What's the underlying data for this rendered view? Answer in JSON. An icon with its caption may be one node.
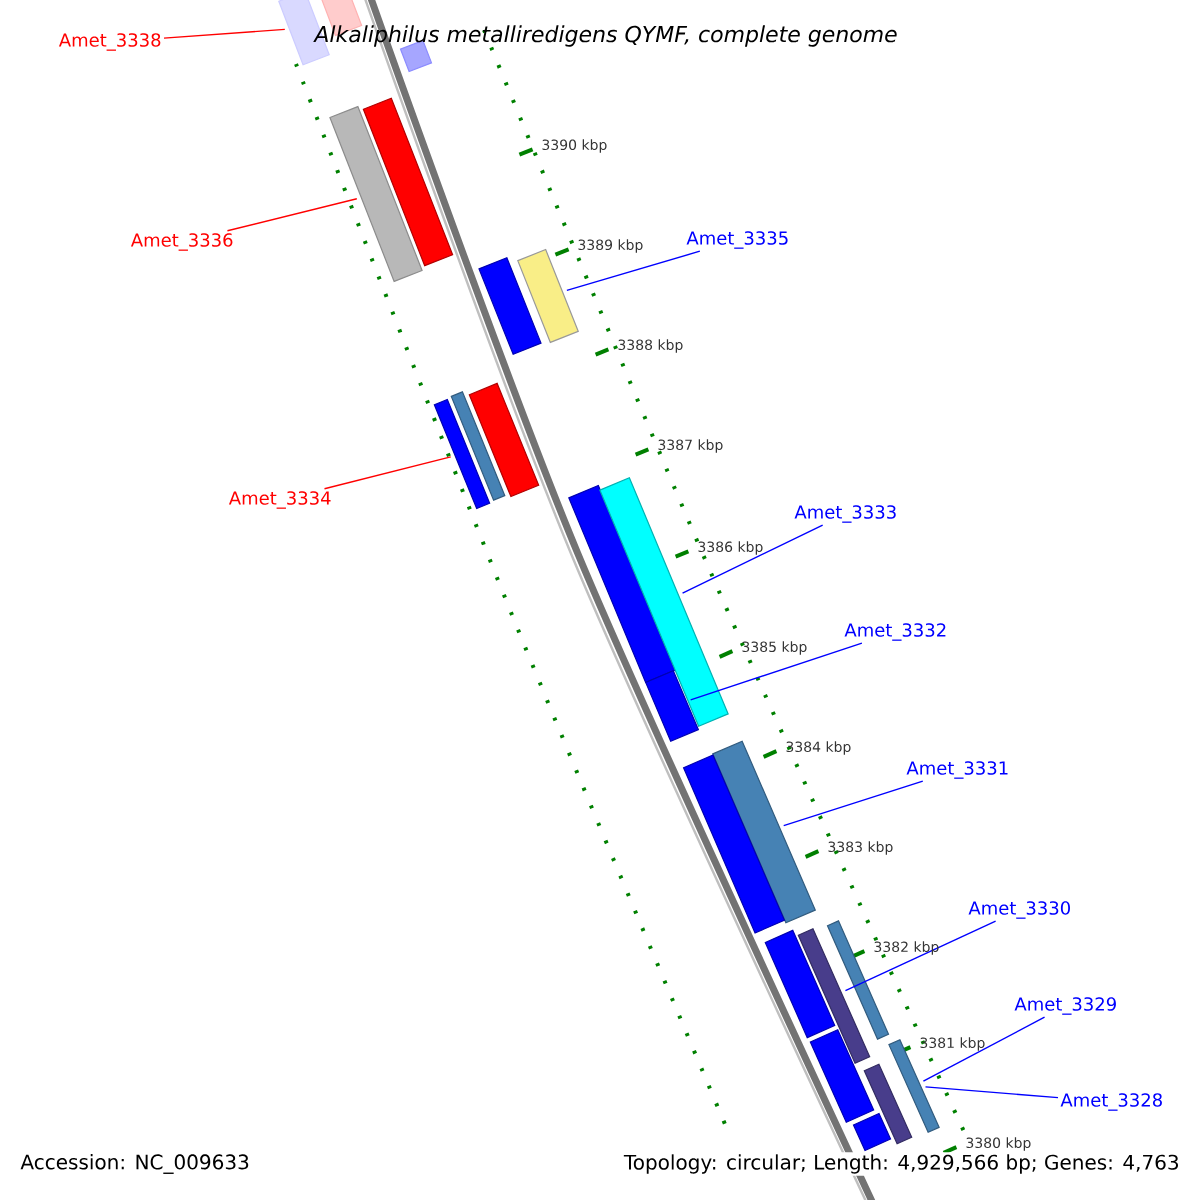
{
  "diagram": {
    "title": "Alkaliphilus metalliredigens QYMF, complete genome",
    "nodes": [
      {
        "text": [
          "Amet_3338"
        ]
      },
      {
        "text": [
          "Amet_3336"
        ]
      },
      {
        "text": [
          "Amet_3335"
        ]
      },
      {
        "text": [
          "Amet_3334"
        ]
      },
      {
        "text": [
          "Amet_3333"
        ]
      },
      {
        "text": [
          "Amet_3332"
        ]
      },
      {
        "text": [
          "Amet_3331"
        ]
      },
      {
        "text": [
          "Amet_3330"
        ]
      },
      {
        "text": [
          "Amet_3329"
        ]
      },
      {
        "text": [
          "Amet_3328"
        ]
      },
      {
        "text": [],
        "shape": "bar"
      },
      {
        "text": [],
        "shape": "bar"
      },
      {
        "text": [],
        "shape": "bar"
      },
      {
        "text": [],
        "shape": "bar"
      },
      {
        "text": [],
        "shape": "bar"
      },
      {
        "text": [],
        "shape": "bar"
      },
      {
        "text": [],
        "shape": "bar"
      },
      {
        "text": [],
        "shape": "bar"
      },
      {
        "text": [],
        "shape": "bar"
      },
      {
        "text": [],
        "shape": "bar"
      },
      {
        "text": [],
        "shape": "bar"
      },
      {
        "text": [],
        "shape": "bar"
      },
      {
        "text": [],
        "shape": "bar"
      },
      {
        "text": [],
        "shape": "bar"
      },
      {
        "text": [],
        "shape": "bar"
      },
      {
        "text": [],
        "shape": "bar"
      },
      {
        "text": [],
        "shape": "bar"
      },
      {
        "text": [],
        "shape": "bar"
      },
      {
        "text": [],
        "shape": "bar"
      },
      {
        "text": [],
        "shape": "bar"
      },
      {
        "text": [],
        "shape": "bar"
      },
      {
        "text": [],
        "shape": "bar"
      }
    ],
    "edges": [
      {
        "from": 0,
        "to": 11,
        "arrow": "none",
        "color": "#ff0000"
      },
      {
        "from": 1,
        "to": 14,
        "arrow": "none",
        "color": "#ff0000"
      },
      {
        "from": 2,
        "to": 15,
        "arrow": "none"
      },
      {
        "from": 3,
        "to": 19,
        "arrow": "none",
        "color": "#ff0000"
      },
      {
        "from": 4,
        "to": 21,
        "arrow": "none"
      },
      {
        "from": 5,
        "to": 22,
        "arrow": "none"
      },
      {
        "from": 6,
        "to": 23,
        "arrow": "none"
      },
      {
        "from": 7,
        "to": 26,
        "arrow": "none"
      },
      {
        "from": 8,
        "to": 29,
        "arrow": "none"
      },
      {
        "from": 9,
        "to": 29,
        "arrow": "none"
      }
    ],
    "labels": [
      "3390 kbp",
      "3389 kbp",
      "3388 kbp",
      "3387 kbp",
      "3386 kbp",
      "3385 kbp",
      "3384 kbp",
      "3383 kbp",
      "3382 kbp",
      "3381 kbp",
      "3380 kbp",
      "Accession: NC_009633",
      "Topology: circular; Length: 4,929,566 bp; Genes: 4,763"
    ]
  }
}
